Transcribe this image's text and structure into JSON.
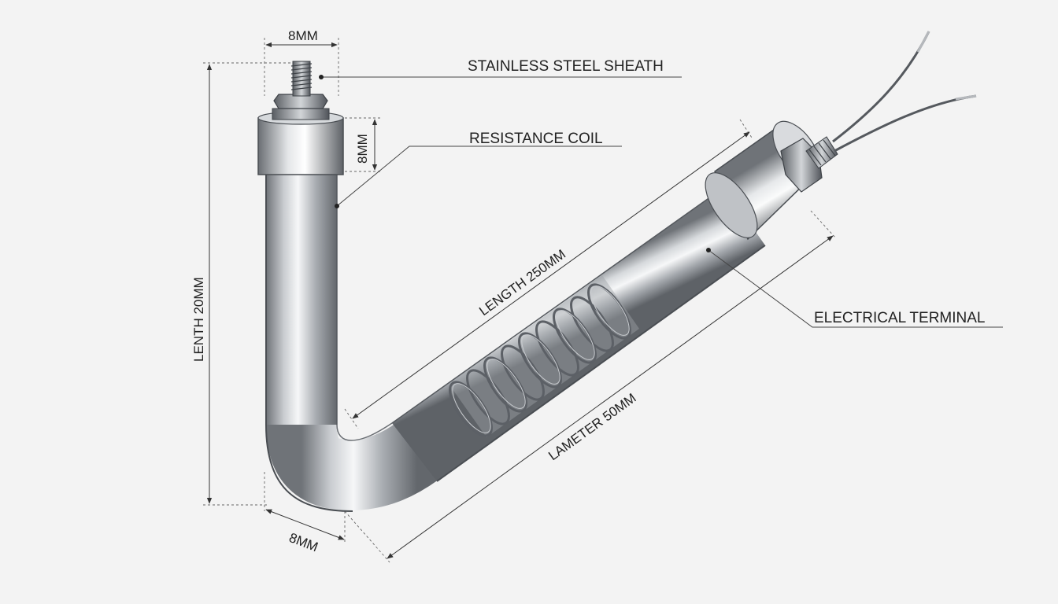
{
  "title": "",
  "callouts": {
    "sheath": "STAINLESS STEEL SHEATH",
    "coil": "RESISTANCE COIL",
    "terminal": "ELECTRICAL TERMINAL"
  },
  "dimensions": {
    "top_stud_width": "8MM",
    "collar_height": "8MM",
    "vertical_length": "LENTH 20MM",
    "diagonal_length": "LENGTH 250MM",
    "diameter": "LAMETER 50MM",
    "bend_width": "8MM"
  },
  "colors": {
    "background": "#f3f3f3",
    "metal_dark": "#7b7f84",
    "metal_light": "#f4f5f6",
    "coil": "#5c6066",
    "line": "#333333"
  }
}
